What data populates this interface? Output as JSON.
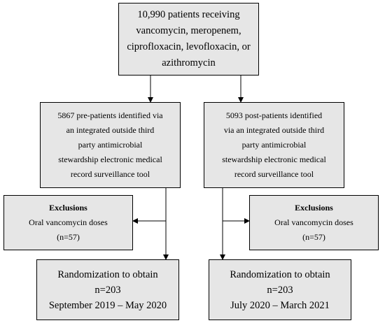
{
  "top_box": {
    "lines": [
      "10,990 patients receiving",
      "vancomycin, meropenem,",
      "ciprofloxacin, levofloxacin, or",
      "azithromycin"
    ]
  },
  "pre_box": {
    "lines": [
      "5867 pre-patients identified via",
      "an integrated outside third",
      "party antimicrobial",
      "stewardship electronic medical",
      "record surveillance tool"
    ]
  },
  "post_box": {
    "lines": [
      "5093 post-patients identified",
      "via an integrated outside third",
      "party antimicrobial",
      "stewardship electronic medical",
      "record surveillance tool"
    ]
  },
  "exclusions_left": {
    "title": "Exclusions",
    "detail": "Oral vancomycin doses",
    "count": "(n=57)"
  },
  "exclusions_right": {
    "title": "Exclusions",
    "detail": "Oral vancomycin doses",
    "count": "(n=57)"
  },
  "randomization_left": {
    "lines": [
      "Randomization to obtain",
      "n=203",
      "September 2019 – May 2020"
    ]
  },
  "randomization_right": {
    "lines": [
      "Randomization to obtain",
      "n=203",
      "July 2020 – March 2021"
    ]
  }
}
